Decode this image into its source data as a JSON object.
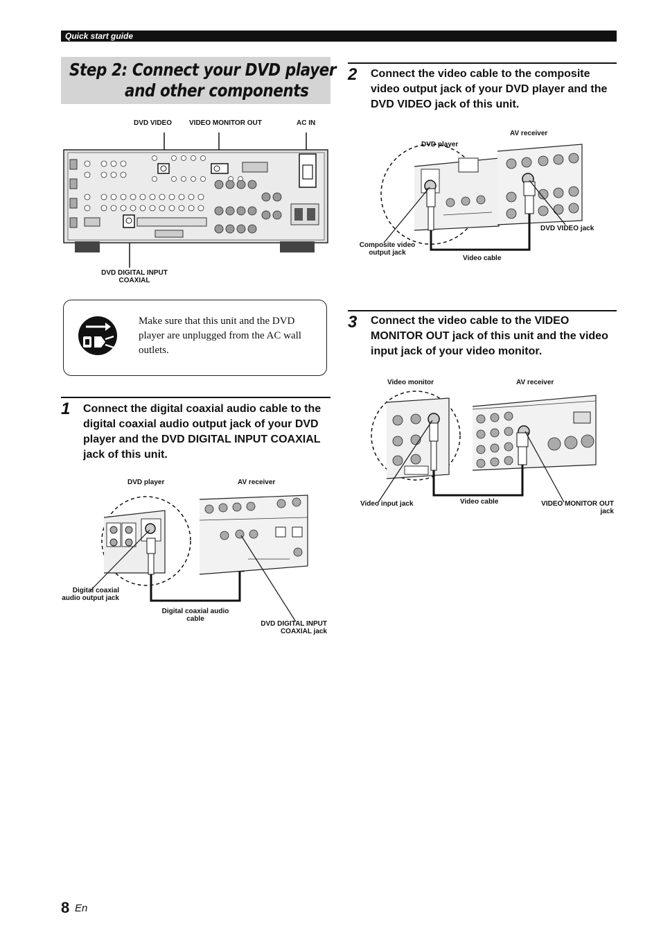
{
  "header": {
    "section": "Quick start guide"
  },
  "title": {
    "line1": "Step 2: Connect your DVD player",
    "line2": "and other components"
  },
  "rear_panel": {
    "labels": {
      "dvd_video": "DVD VIDEO",
      "video_monitor_out": "VIDEO MONITOR OUT",
      "ac_in": "AC IN",
      "dvd_digital_input_coaxial": "DVD DIGITAL INPUT COAXIAL"
    }
  },
  "note": {
    "icon": "unplug-icon",
    "text": "Make sure that this unit and the DVD player are unplugged from the AC wall outlets."
  },
  "steps": [
    {
      "number": "1",
      "text": "Connect the digital coaxial audio cable to the digital coaxial audio output jack of your DVD player and the DVD DIGITAL INPUT COAXIAL jack of this unit.",
      "labels": {
        "dvd_player": "DVD player",
        "av_receiver": "AV receiver",
        "digital_coaxial_output_jack": "Digital coaxial audio output jack",
        "digital_coaxial_cable": "Digital coaxial audio cable",
        "dvd_digital_input_coaxial_jack": "DVD DIGITAL INPUT COAXIAL jack"
      }
    },
    {
      "number": "2",
      "text": "Connect the video cable to the composite video output jack of your DVD player and the DVD VIDEO jack of this unit.",
      "labels": {
        "dvd_player": "DVD player",
        "av_receiver": "AV receiver",
        "dvd_video_jack": "DVD VIDEO jack",
        "composite_output_jack": "Composite video output jack",
        "video_cable": "Video cable"
      }
    },
    {
      "number": "3",
      "text": "Connect the video cable to the VIDEO MONITOR OUT jack of this unit and the video input jack of your video monitor.",
      "labels": {
        "video_monitor": "Video monitor",
        "av_receiver": "AV receiver",
        "video_input_jack": "Video input jack",
        "video_cable": "Video cable",
        "video_monitor_out_jack": "VIDEO MONITOR OUT jack"
      }
    }
  ],
  "footer": {
    "page_number": "8",
    "language": "En"
  }
}
